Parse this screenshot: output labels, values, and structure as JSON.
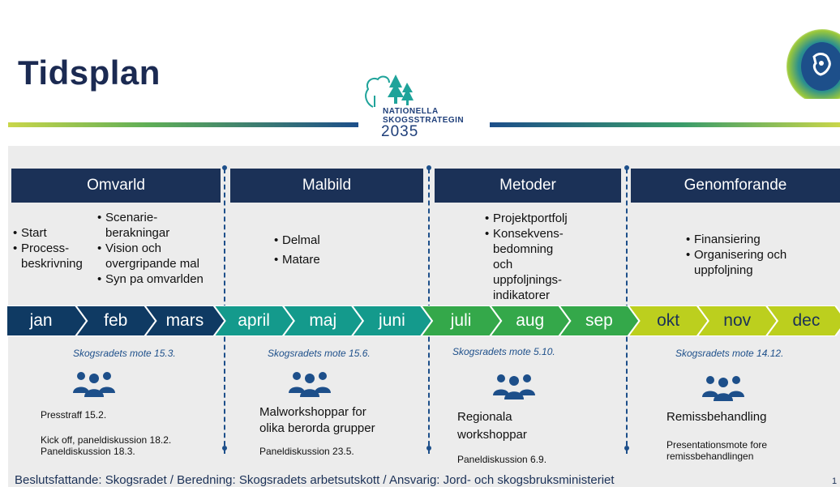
{
  "title": "Tidsplan",
  "logo": {
    "line1": "NATIONELLA",
    "line2": "SKOGSSTRATEGIN",
    "year": "2035"
  },
  "phases": [
    {
      "label": "Omvarld"
    },
    {
      "label": "Malbild"
    },
    {
      "label": "Metoder"
    },
    {
      "label": "Genomforande"
    }
  ],
  "omvarld": {
    "col1": [
      "Start",
      "Process-",
      "beskrivning"
    ],
    "col2": [
      "Scenarie-",
      "berakningar",
      "Vision och",
      "overgripande mal",
      "Syn pa omvarlden"
    ]
  },
  "malbild": [
    "Delmal",
    "Matare"
  ],
  "metoder": [
    "Projektportfolj",
    "Konsekvens-",
    "bedomning",
    "och",
    "uppfoljnings-",
    "indikatorer"
  ],
  "genomforande": [
    "Finansiering",
    "Organisering och",
    "uppfoljning"
  ],
  "months": [
    {
      "label": "jan",
      "color": "#0f3a63"
    },
    {
      "label": "feb",
      "color": "#0f3a63"
    },
    {
      "label": "mars",
      "color": "#0f3a63"
    },
    {
      "label": "april",
      "color": "#149a8c"
    },
    {
      "label": "maj",
      "color": "#149a8c"
    },
    {
      "label": "juni",
      "color": "#149a8c"
    },
    {
      "label": "juli",
      "color": "#34a84a"
    },
    {
      "label": "aug",
      "color": "#34a84a"
    },
    {
      "label": "sep",
      "color": "#34a84a"
    },
    {
      "label": "okt",
      "color": "#bccf1e"
    },
    {
      "label": "nov",
      "color": "#bccf1e"
    },
    {
      "label": "dec",
      "color": "#bccf1e"
    }
  ],
  "month_text_dark": "#1b3157",
  "meetings": [
    "Skogsradets mote 15.3.",
    "Skogsradets mote 15.6.",
    "Skogsradets mote 5.10.",
    "Skogsradets mote 14.12."
  ],
  "events": {
    "q1": {
      "a": "Presstraff 15.2.",
      "b1": "Kick off, paneldiskussion 18.2.",
      "b2": "Paneldiskussion 18.3."
    },
    "q2": {
      "main1": "Malworkshoppar for",
      "main2": "olika berorda grupper",
      "sub": "Paneldiskussion 23.5."
    },
    "q3": {
      "main1": "Regionala",
      "main2": "workshoppar",
      "sub": "Paneldiskussion 6.9."
    },
    "q4": {
      "main": "Remissbehandling",
      "sub1": "Presentationsmote fore",
      "sub2": "remissbehandlingen"
    }
  },
  "footer": "Beslutsfattande: Skogsradet / Beredning: Skogsradets arbetsutskott / Ansvarig: Jord- och skogsbruksministeriet",
  "page_number": "1",
  "icons": {
    "people": "people-group-icon",
    "logo": "forest-trees-icon",
    "emblem": "lion-crest-icon"
  }
}
